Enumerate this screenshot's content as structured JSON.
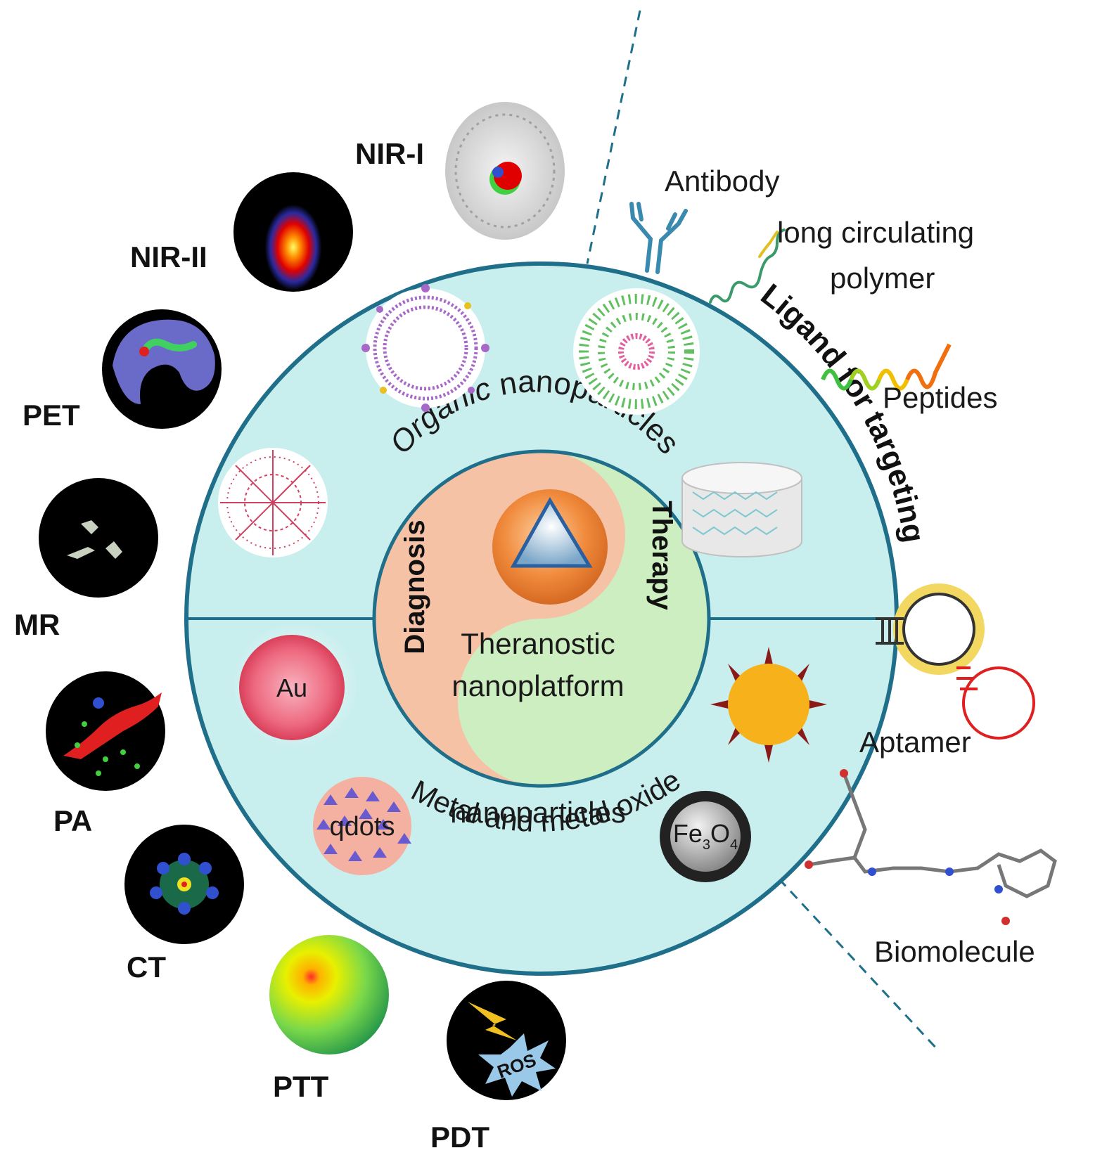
{
  "imaging": {
    "nir1": "NIR-I",
    "nir2": "NIR-II",
    "pet": "PET",
    "mr": "MR",
    "pa": "PA",
    "ct": "CT",
    "ptt": "PTT",
    "pdt": "PDT",
    "ros": "ROS"
  },
  "ligands": {
    "antibody": "Antibody",
    "polymer_line1": "long circulating",
    "polymer_line2": "polymer",
    "peptides": "Peptides",
    "aptamer": "Aptamer",
    "biomolecule": "Biomolecule",
    "arc_title": "Ligand for targeting"
  },
  "platform": {
    "organic_em": "Organic",
    "organic_rest": " nanoparticles",
    "metal_line1": "Metal and metal oxide",
    "metal_line2": "nanoparticles",
    "diagnosis": "Diagnosis",
    "therapy": "Therapy",
    "center_line1": "Theranostic",
    "center_line2": "nanoplatform",
    "au": "Au",
    "qdots": "qdots",
    "fe": "Fe",
    "fe_sub1": "3",
    "o": "O",
    "fe_sub2": "4"
  },
  "colors": {
    "outer_ring": "#1f6f8b",
    "circle_fill": "#c9eeee",
    "diagnosis_fill": "#f6c2a6",
    "therapy_fill": "#cdeec0",
    "dashed_line": "#1f6f8b"
  }
}
